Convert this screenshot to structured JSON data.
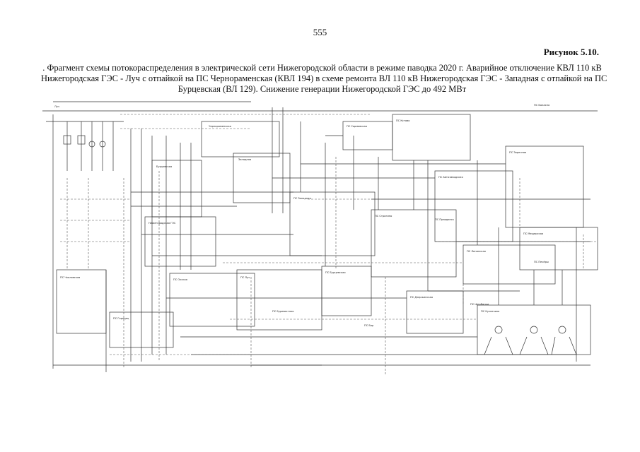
{
  "page": {
    "number": "555",
    "figure_label": "Рисунок 5.10."
  },
  "caption": {
    "line1": ". Фрагмент схемы потокораспределения в электрической сети Нижегородской области в режиме паводка 2020 г. Аварийное отключение КВЛ 110 кВ",
    "line2": "Нижегородская ГЭС - Луч с отпайкой на ПС Чернораменская (КВЛ 194) в схеме ремонта ВЛ 110 кВ Нижегородская ГЭС - Западная с отпайкой на ПС",
    "line3": "Бурцевская (ВЛ 129). Снижение генерации Нижегородской ГЭС до 492 МВт"
  },
  "scheme": {
    "line_color": "#333333",
    "dash_color": "#555555",
    "labels": [
      "Луч",
      "Чернораменская",
      "Западная",
      "Бурцевская",
      "Нижегородская ГЭС",
      "ПС Окская",
      "ПС Луч",
      "ПС Западная",
      "ПС Бурцевская",
      "ПС Стригино",
      "ПС Кстово",
      "ПС Сормовская",
      "ПС Автозаводская",
      "ПС Заречная",
      "ПС Мещерская",
      "ПС Ленинская",
      "ПС Кузнечиха",
      "ПС Дзержинская",
      "ПС Городец",
      "ПС Чкаловская",
      "ПС Балахна",
      "ПС Правдинск",
      "ПС Буревестник",
      "ПС Бор",
      "ПС Печёры",
      "ПС Щербинки"
    ]
  }
}
